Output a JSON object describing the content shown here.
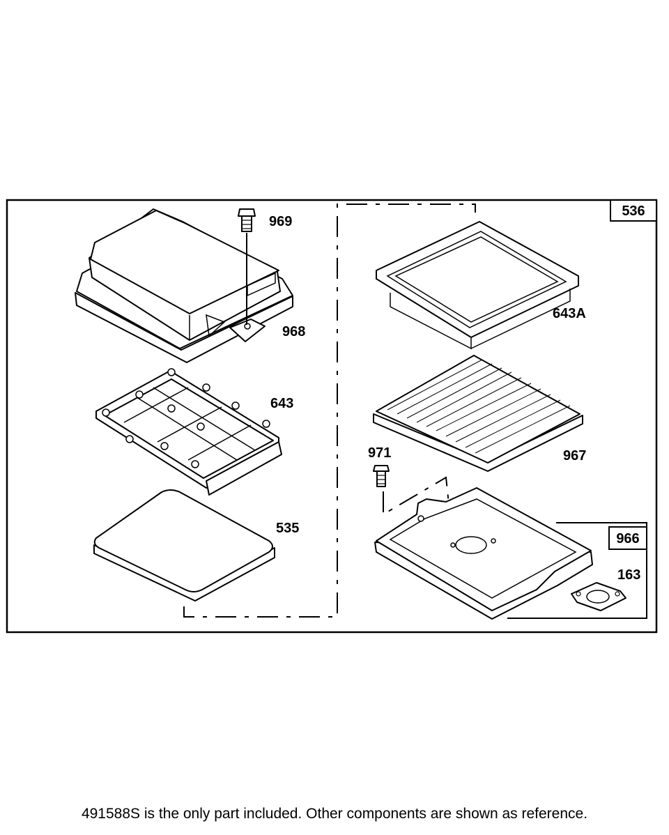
{
  "labels": {
    "kit": "536",
    "cover_screw": "969",
    "cover": "968",
    "filter_retainer": "643",
    "pre_cleaner": "535",
    "filter_retainer_alt": "643A",
    "filter_cartridge": "967",
    "base_screw": "971",
    "base": "966",
    "gasket": "163"
  },
  "footer_note": "491588S is the only part included. Other components are shown as reference."
}
